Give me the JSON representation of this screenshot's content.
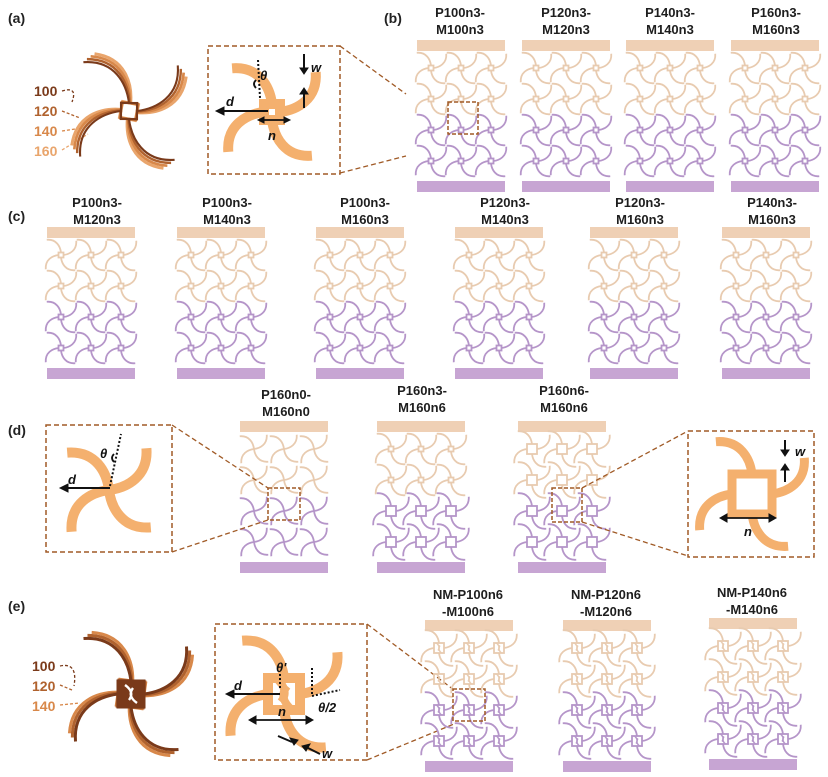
{
  "figure": {
    "colors": {
      "top_plate": "#efd0b5",
      "top_lattice": "#e8cbb0",
      "bottom_plate": "#c7a5d3",
      "bottom_lattice": "#b595c9",
      "unit_fill": "#f4b06e",
      "dashed": "#a05a26",
      "dark_brown": "#7a3a1a",
      "text": "#1e1e1e"
    },
    "panels": {
      "a": {
        "tag": "(a)",
        "sizes": [
          {
            "label": "100",
            "color": "#7a3a1a"
          },
          {
            "label": "120",
            "color": "#b0622e"
          },
          {
            "label": "140",
            "color": "#d8884a"
          },
          {
            "label": "160",
            "color": "#e9a56c"
          }
        ],
        "zoom_labels": {
          "theta": "θ",
          "w": "w",
          "d": "d",
          "n": "n"
        }
      },
      "b": {
        "tag": "(b)",
        "items": [
          {
            "line1": "P100n3-",
            "line2": "M100n3"
          },
          {
            "line1": "P120n3-",
            "line2": "M120n3"
          },
          {
            "line1": "P140n3-",
            "line2": "M140n3"
          },
          {
            "line1": "P160n3-",
            "line2": "M160n3"
          }
        ]
      },
      "c": {
        "tag": "(c)",
        "items": [
          {
            "line1": "P100n3-",
            "line2": "M120n3"
          },
          {
            "line1": "P100n3-",
            "line2": "M140n3"
          },
          {
            "line1": "P100n3-",
            "line2": "M160n3"
          },
          {
            "line1": "P120n3-",
            "line2": "M140n3"
          },
          {
            "line1": "P120n3-",
            "line2": "M160n3"
          },
          {
            "line1": "P140n3-",
            "line2": "M160n3"
          }
        ]
      },
      "d": {
        "tag": "(d)",
        "items": [
          {
            "line1": "P160n0-",
            "line2": "M160n0"
          },
          {
            "line1": "P160n3-",
            "line2": "M160n6"
          },
          {
            "line1": "P160n6-",
            "line2": "M160n6"
          }
        ],
        "zoom_left_labels": {
          "theta": "θ",
          "d": "d"
        },
        "zoom_right_labels": {
          "w": "w",
          "n": "n"
        }
      },
      "e": {
        "tag": "(e)",
        "sizes": [
          {
            "label": "100",
            "color": "#7a3a1a"
          },
          {
            "label": "120",
            "color": "#b0622e"
          },
          {
            "label": "140",
            "color": "#d8884a"
          }
        ],
        "zoom_labels": {
          "theta_prime": "θ'",
          "theta_half": "θ/2",
          "d": "d",
          "n": "n",
          "w": "w"
        },
        "items": [
          {
            "line1": "NM-P100n6",
            "line2": "-M100n6"
          },
          {
            "line1": "NM-P120n6",
            "line2": "-M120n6"
          },
          {
            "line1": "NM-P140n6",
            "line2": "-M140n6"
          }
        ]
      }
    }
  }
}
